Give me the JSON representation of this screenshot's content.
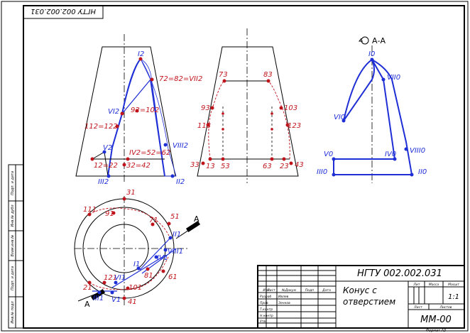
{
  "stamp_top": "НГТУ 002.002.031",
  "title_block": {
    "designation": "НГТУ 002.002.031",
    "name_line1": "Конус с",
    "name_line2": "отверстием",
    "scale": "1:1",
    "code": "ММ-00",
    "hdr_lit": "Лит",
    "hdr_mass": "Масса",
    "hdr_scale": "Масшт",
    "hdr_sheet": "Лист",
    "hdr_sheets": "Листов",
    "row_labels": [
      "Изм",
      "Лист",
      "№Докум",
      "Подп",
      "Дата"
    ],
    "roles": [
      "Разраб",
      "Пров",
      "Т.контр",
      "Н.контр",
      "Утв"
    ],
    "names": [
      "Ивлев",
      "Зенков"
    ],
    "format": "Формат А3"
  },
  "side_column": [
    "Инв.№ подл",
    "Подп. и дата",
    "Взам.инв.№",
    "Инв.№ дубл",
    "Подп. и дата"
  ],
  "section_label": "А-А",
  "cut_mark": "А",
  "labels_front": {
    "top": "I2",
    "eq1": "72=82=VII2",
    "vi": "VI2",
    "ix": "92=102",
    "t11": "112=122",
    "viii": "VIII2",
    "v": "V2",
    "iv": "IV2=52=62",
    "b1": "12=22",
    "b2": "32=42",
    "iii": "III2",
    "ii": "II2"
  },
  "labels_side": {
    "p7": "73",
    "p8": "83",
    "p9": "93",
    "p10": "103",
    "p11": "113",
    "p12": "123",
    "p3": "33",
    "p1": "13",
    "p5": "53",
    "p6": "63",
    "p2": "23",
    "p4": "43"
  },
  "labels_section": {
    "top": "I0",
    "vii": "VII0",
    "vi": "VI0",
    "v": "V0",
    "iv": "IV0",
    "viii": "VIII0",
    "iii": "III0",
    "ii": "II0"
  },
  "labels_plan": {
    "p3": "31",
    "p11": "111",
    "p9": "91",
    "p7": "71",
    "p5": "51",
    "pII": "II1",
    "pVIII": "VIII1",
    "pIV": "IV1",
    "pI": "I1",
    "p8": "81",
    "p6": "61",
    "p12": "121",
    "pVI": "VI1",
    "p10": "101",
    "p2": "21",
    "pIII": "III1",
    "pV": "V1",
    "p4": "41"
  },
  "colors": {
    "red": "#c0141c",
    "blue": "#1f2fd6"
  }
}
